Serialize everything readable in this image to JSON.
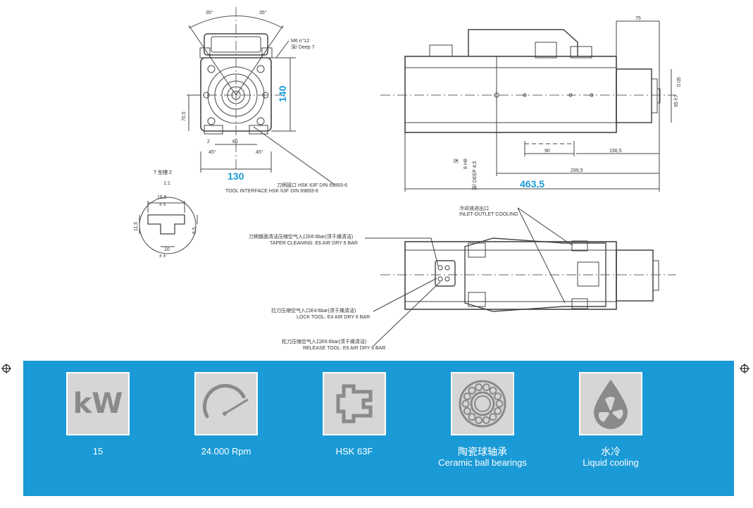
{
  "drawing": {
    "front_view": {
      "angle_left": "35°",
      "angle_right": "35°",
      "thread_note_line1": "M6 n°12",
      "thread_note_line2": "深/ Deep 7",
      "dim_height": "140",
      "dim_70_5": "70,5",
      "dim_80": "80",
      "dim_2": "2",
      "angle_45_left": "45°",
      "angle_45_right": "45°",
      "dim_width": "130",
      "tool_interface_cn": "刀柄接口 HSK 63F DIN 69893-6",
      "tool_interface_en": "TOOL INTERFACE HSK 63F DIN 69893-6"
    },
    "t_slot": {
      "title": "T 型槽 Z",
      "scale": "1:1",
      "dim_16_5": "16,5",
      "dim_11_5": "11,5",
      "dim_6_5": "6,5",
      "dim_10": "10",
      "tol_top": "± ±",
      "tol_bottom": "± ±"
    },
    "side_view": {
      "dim_75": "75",
      "dim_95h7": "95 h7",
      "dim_runout": "0.05",
      "dim_90": "90",
      "dim_156_5": "156,5",
      "dim_299_5": "299,5",
      "dim_total": "463,5",
      "hole_note_1": "深",
      "hole_note_2": "8 H8",
      "deep_note_1": "深/ DEEP 4,5"
    },
    "top_view": {
      "inlet_cn": "冷却液进出口",
      "inlet_en": "INLET-OUTLET COOLING",
      "taper_cn": "刀柄锥面清洁压缩空气入口E6:6bar(须干燥清洁)",
      "taper_en": "TAPER CLEANING: E6 AIR DRY 6 BAR",
      "lock_cn": "拉刀压缩空气入口E4:6bar(须干燥清洁)",
      "lock_en": "LOCK TOOL: E4 AIR DRY 6 BAR",
      "release_cn": "松刀压缩空气入口E6:6bar(须干燥清洁)",
      "release_en": "RELEASE TOOL: E6 AIR DRY 6 BAR"
    }
  },
  "features": [
    {
      "icon": "kw-icon",
      "icon_text": "kW",
      "label": "15",
      "sublabel": ""
    },
    {
      "icon": "speedometer-icon",
      "label": "24.000 Rpm",
      "sublabel": ""
    },
    {
      "icon": "hsk-interface-icon",
      "label": "HSK 63F",
      "sublabel": ""
    },
    {
      "icon": "ceramic-bearing-icon",
      "label": "陶瓷球轴承",
      "sublabel": "Ceramic ball bearings"
    },
    {
      "icon": "liquid-cooling-icon",
      "label": "水冷",
      "sublabel": "Liquid cooling"
    }
  ],
  "colors": {
    "band": "#1a9ad6",
    "icon_box": "#d6d6d6",
    "icon_fg": "#8a8a8a",
    "dimension_accent": "#1a9ad6"
  }
}
